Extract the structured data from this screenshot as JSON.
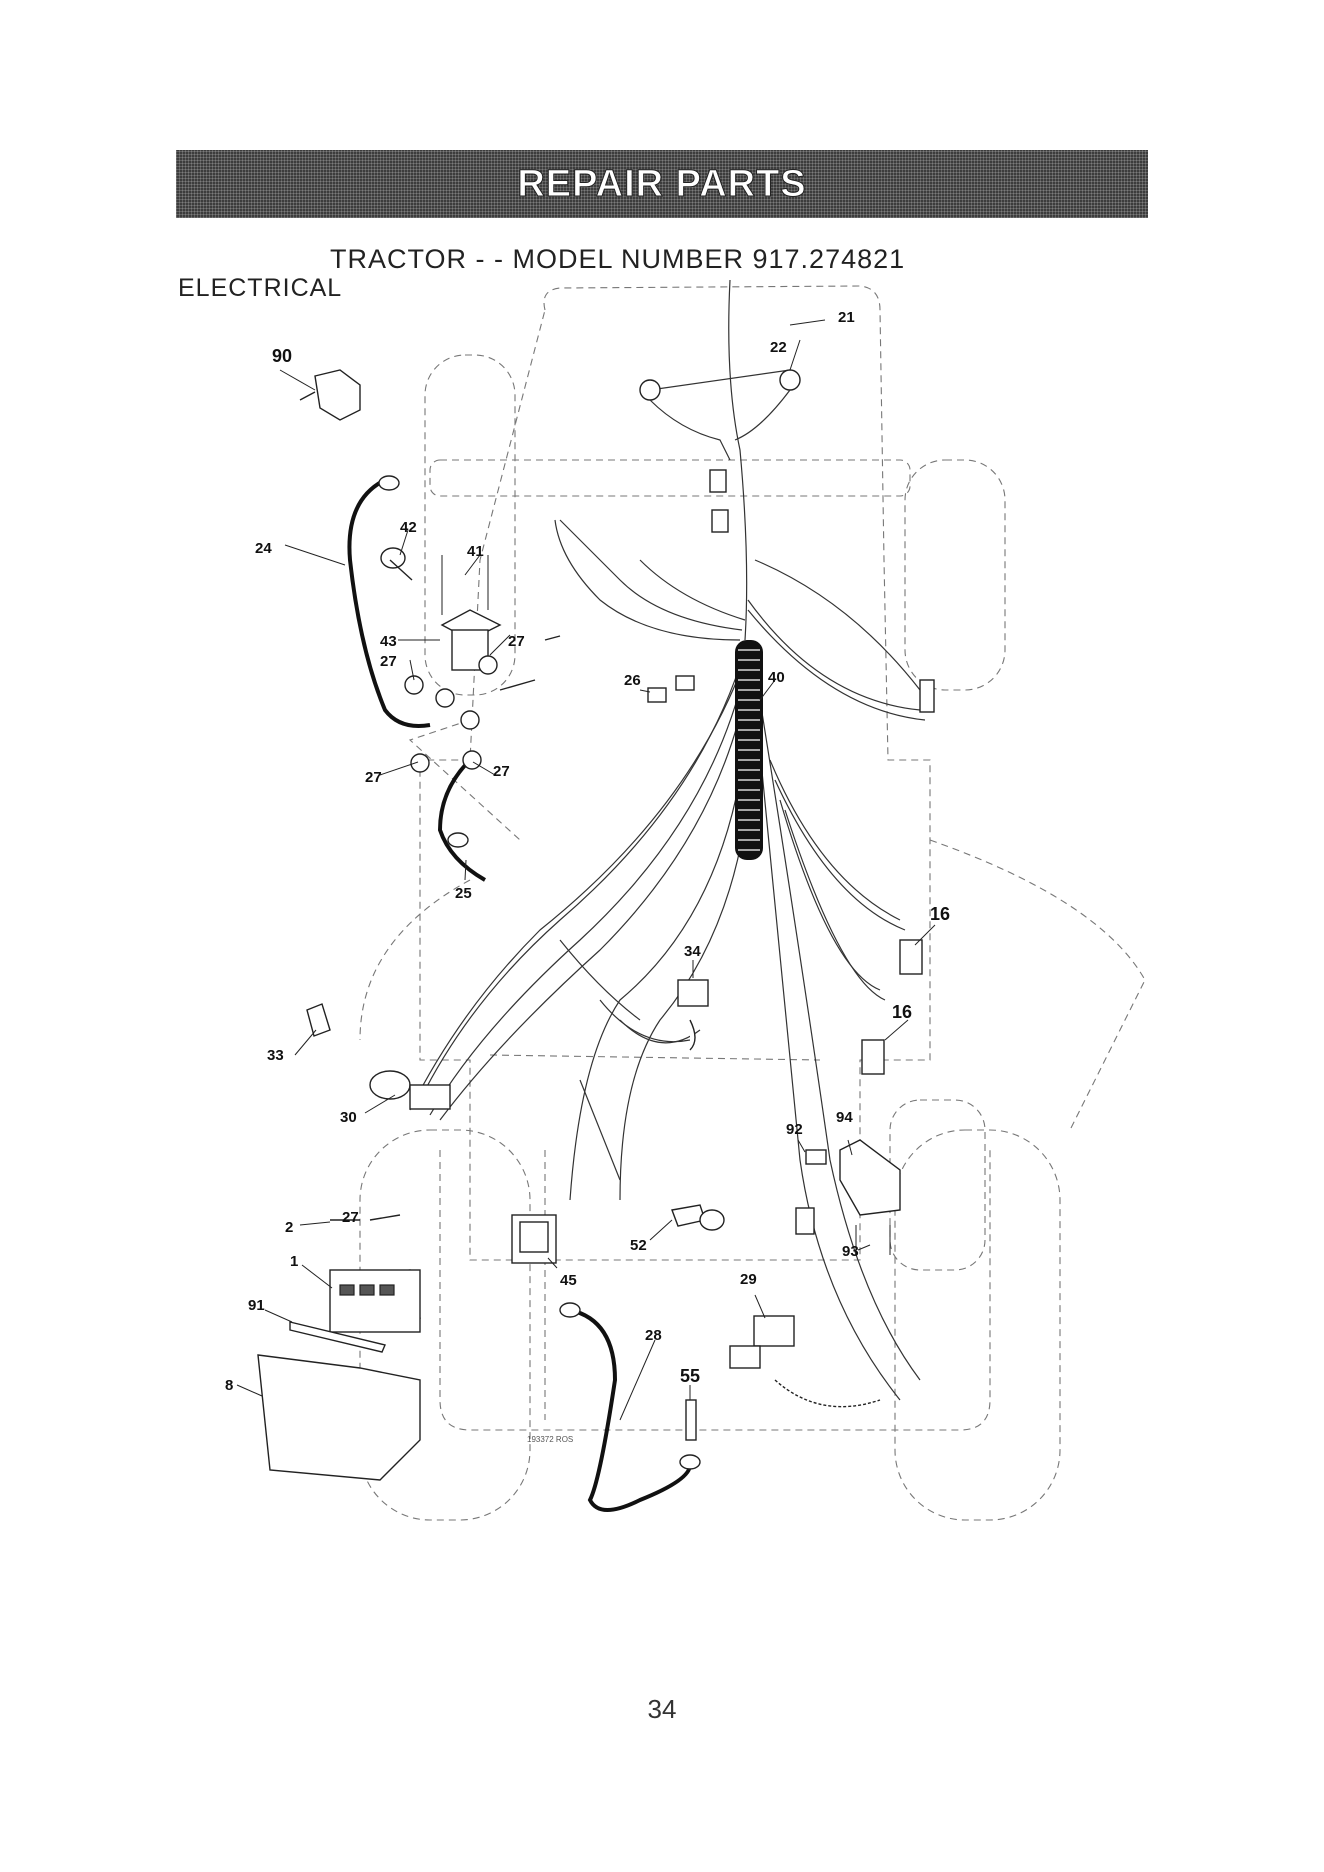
{
  "header": {
    "banner": "REPAIR PARTS",
    "title": "TRACTOR - - MODEL NUMBER 917.274821",
    "section": "ELECTRICAL"
  },
  "diagram": {
    "drawing_code": "193372 ROS",
    "callouts": [
      "90",
      "22",
      "21",
      "24",
      "42",
      "41",
      "43",
      "27",
      "27",
      "27",
      "27",
      "27",
      "26",
      "40",
      "25",
      "16",
      "16",
      "34",
      "33",
      "30",
      "92",
      "94",
      "2",
      "1",
      "91",
      "8",
      "45",
      "52",
      "93",
      "29",
      "28",
      "55"
    ]
  },
  "footer": {
    "page_number": "34"
  }
}
